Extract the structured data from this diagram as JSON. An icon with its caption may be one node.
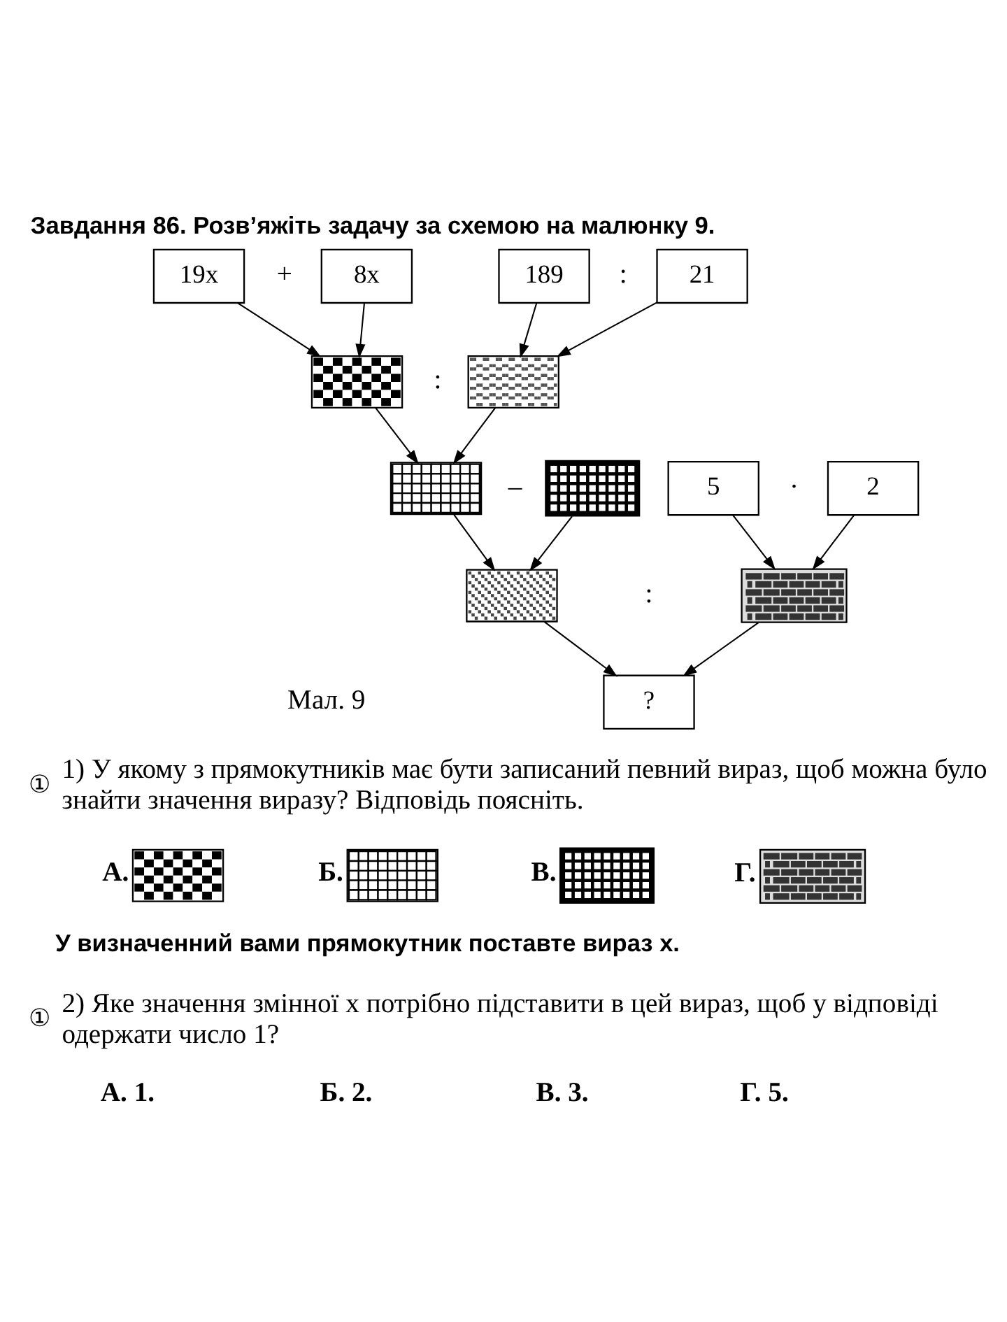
{
  "diagram": {
    "title": "Завдання 86. Розв’яжіть задачу за схемою на малюнку 9.",
    "caption": "Мал. 9",
    "nodes": [
      {
        "text": [
          "19x"
        ]
      },
      {
        "text": [
          "8x"
        ]
      },
      {
        "text": [
          "189"
        ]
      },
      {
        "text": [
          "21"
        ]
      },
      {
        "text": [],
        "shape": "box"
      },
      {
        "text": [],
        "shape": "box"
      },
      {
        "text": [],
        "shape": "box"
      },
      {
        "text": [],
        "shape": "box"
      },
      {
        "text": [
          "5"
        ]
      },
      {
        "text": [
          "2"
        ]
      },
      {
        "text": [],
        "shape": "box"
      },
      {
        "text": [],
        "shape": "box"
      },
      {
        "text": [
          "?"
        ]
      },
      {
        "text": [],
        "shape": "box",
        "beside": [
          "А."
        ]
      },
      {
        "text": [],
        "shape": "box",
        "beside": [
          "Б."
        ]
      },
      {
        "text": [],
        "shape": "box",
        "beside": [
          "В."
        ]
      },
      {
        "text": [],
        "shape": "box",
        "beside": [
          "Г."
        ]
      }
    ],
    "edges": [
      {
        "from": 0,
        "to": 4,
        "arrow": "to"
      },
      {
        "from": 1,
        "to": 4,
        "arrow": "to"
      },
      {
        "from": 2,
        "to": 5,
        "arrow": "to"
      },
      {
        "from": 3,
        "to": 5,
        "arrow": "to"
      },
      {
        "from": 4,
        "to": 6,
        "arrow": "to"
      },
      {
        "from": 5,
        "to": 6,
        "arrow": "to"
      },
      {
        "from": 6,
        "to": 10,
        "arrow": "to"
      },
      {
        "from": 7,
        "to": 10,
        "arrow": "to"
      },
      {
        "from": 8,
        "to": 11,
        "arrow": "to"
      },
      {
        "from": 9,
        "to": 11,
        "arrow": "to"
      },
      {
        "from": 10,
        "to": 12,
        "arrow": "to"
      },
      {
        "from": 11,
        "to": 12,
        "arrow": "to"
      }
    ],
    "labels": [
      "+",
      ":",
      ":",
      "–",
      "·",
      ":",
      "①",
      "1) У якому з прямокутників має бути записаний певний вираз, щоб можна було знайти значення виразу? Відповідь поясніть.",
      "У визначенний вами прямокутник поставте вираз x.",
      "①",
      "2) Яке значення змінної x потрібно підставити в цей вираз, щоб у відповіді одержати число 1?",
      "А. 1.",
      "Б. 2.",
      "В. 3.",
      "Г. 5."
    ]
  }
}
